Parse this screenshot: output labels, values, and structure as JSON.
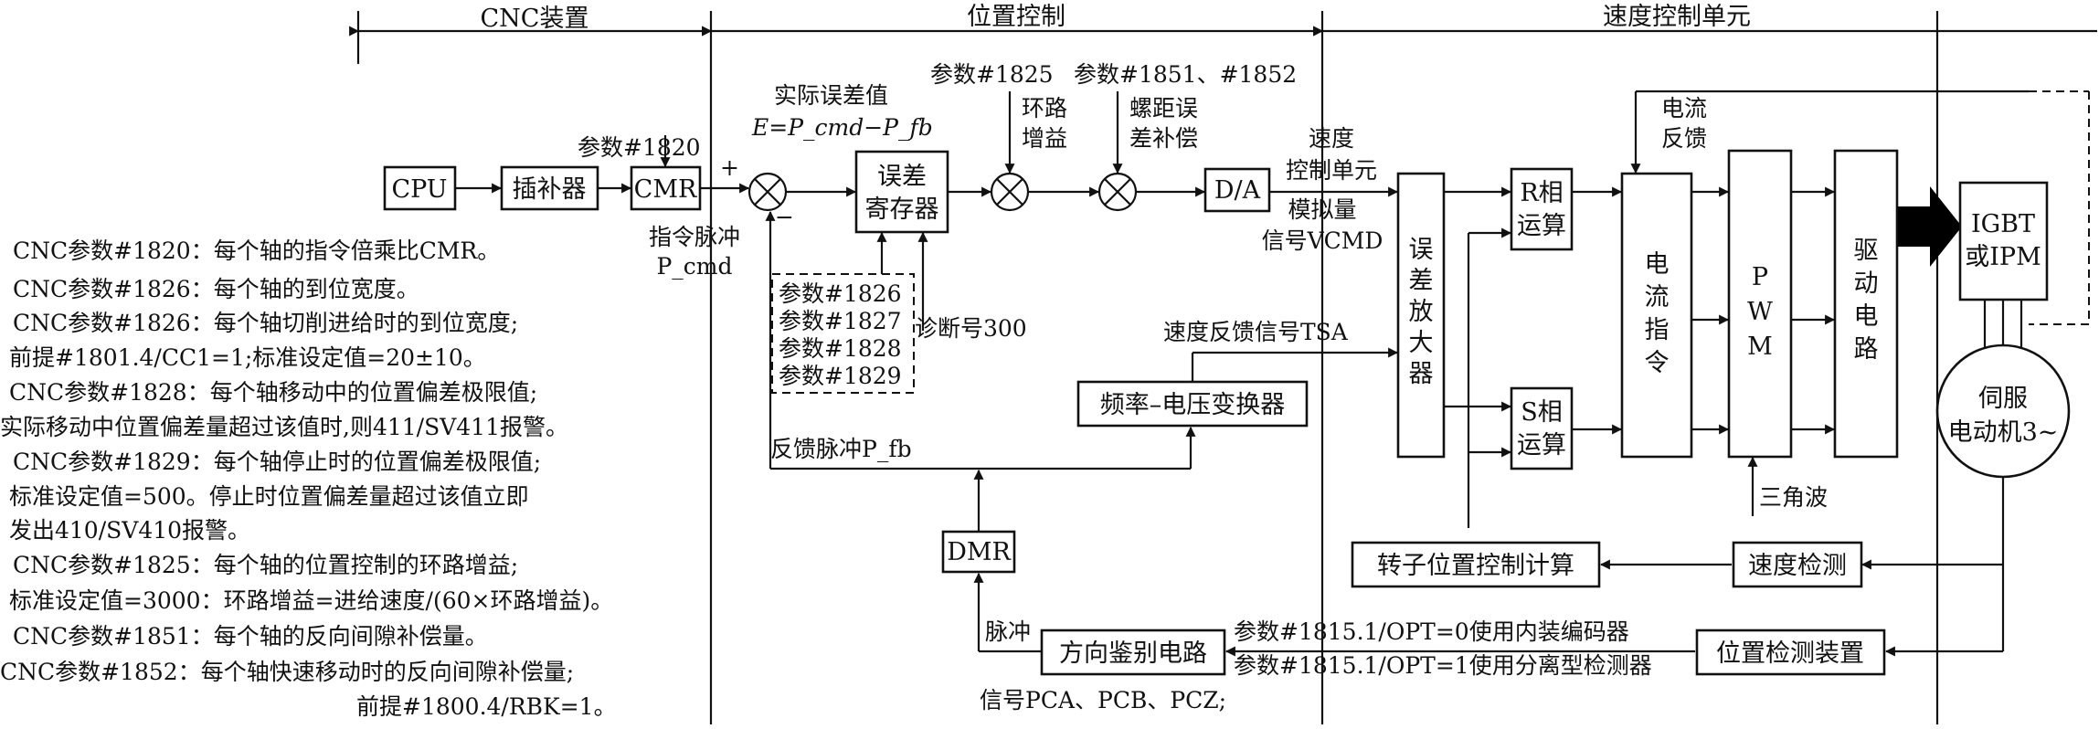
{
  "sections": {
    "cnc": "CNC装置",
    "position": "位置控制",
    "speed": "速度控制单元"
  },
  "blocks": {
    "cpu": "CPU",
    "interpolator": "插补器",
    "cmr": "CMR",
    "error_register": [
      "误差",
      "寄存器"
    ],
    "da": "D/A",
    "error_amp": [
      "误",
      "差",
      "放",
      "大",
      "器"
    ],
    "r_phase": [
      "R相",
      "运算"
    ],
    "s_phase": [
      "S相",
      "运算"
    ],
    "current_cmd": [
      "电",
      "流",
      "指",
      "令"
    ],
    "pwm": [
      "P",
      "W",
      "M"
    ],
    "drive": [
      "驱",
      "动",
      "电",
      "路"
    ],
    "igbt": [
      "IGBT",
      "或IPM"
    ],
    "fv_converter": "频率–电压变换器",
    "dmr": "DMR",
    "direction": "方向鉴别电路",
    "rotor_calc": "转子位置控制计算",
    "speed_detect": "速度检测",
    "pos_detect": "位置检测装置",
    "motor": [
      "伺服",
      "电动机3~"
    ]
  },
  "labels": {
    "param_1820": "参数#1820",
    "plus": "+",
    "minus": "−",
    "actual_error": "实际误差值",
    "error_formula": "E=P_cmd−P_fb",
    "param_1825": "参数#1825",
    "loop_gain": [
      "环路",
      "增益"
    ],
    "param_1851": "参数#1851、#1852",
    "pitch_comp": [
      "螺距误",
      "差补偿"
    ],
    "speed_ctrl_unit": [
      "速度",
      "控制单元"
    ],
    "analog_signal": [
      "模拟量",
      "信号VCMD"
    ],
    "current_feedback": [
      "电流",
      "反馈"
    ],
    "cmd_pulse": [
      "指令脉冲",
      "P_cmd"
    ],
    "dashed_params": [
      "参数#1826",
      "参数#1827",
      "参数#1828",
      "参数#1829"
    ],
    "diag_300": "诊断号300",
    "speed_feedback": "速度反馈信号TSA",
    "feedback_pulse": "反馈脉冲P_fb",
    "triangle_wave": "三角波",
    "pulse": "脉冲",
    "signals": "信号PCA、PCB、PCZ;",
    "opt0": "参数#1815.1/OPT=0使用内装编码器",
    "opt1": "参数#1815.1/OPT=1使用分离型检测器"
  },
  "notes": [
    "CNC参数#1820：每个轴的指令倍乘比CMR。",
    "CNC参数#1826：每个轴的到位宽度。",
    "CNC参数#1826：每个轴切削进给时的到位宽度;",
    "前提#1801.4/CC1=1;标准设定值=20±10。",
    "CNC参数#1828：每个轴移动中的位置偏差极限值;",
    "实际移动中位置偏差量超过该值时,则411/SV411报警。",
    "CNC参数#1829：每个轴停止时的位置偏差极限值;",
    "标准设定值=500。停止时位置偏差量超过该值立即",
    "发出410/SV410报警。",
    "CNC参数#1825：每个轴的位置控制的环路增益;",
    "标准设定值=3000：环路增益=进给速度/(60×环路增益)。",
    "CNC参数#1851：每个轴的反向间隙补偿量。",
    "CNC参数#1852：每个轴快速移动时的反向间隙补偿量;",
    "前提#1800.4/RBK=1。"
  ]
}
